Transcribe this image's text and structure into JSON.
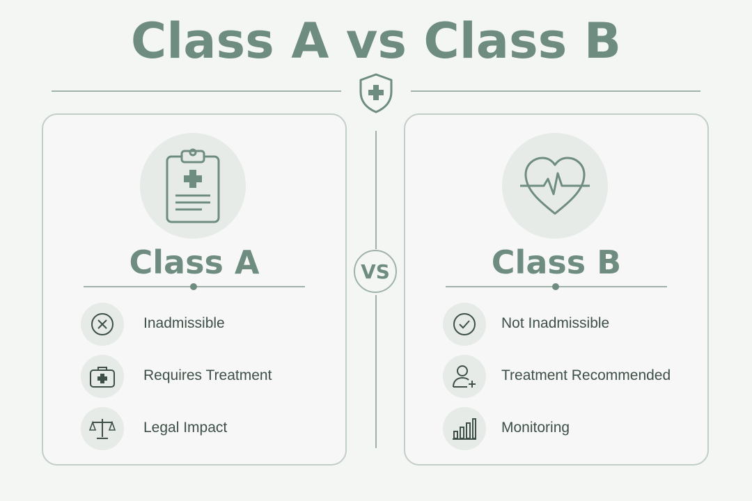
{
  "title": "Class A vs Class B",
  "vs_label": "VS",
  "colors": {
    "accent": "#6e8c80",
    "line": "#9fb2aa",
    "text": "#3d4f47",
    "circle_bg": "#e6ebe7"
  },
  "header_icon": "shield-plus-icon",
  "left": {
    "title": "Class A",
    "hero_icon": "clipboard-medical-icon",
    "items": [
      {
        "label": "Inadmissible",
        "icon": "x-circle-icon"
      },
      {
        "label": "Requires Treatment",
        "icon": "medical-kit-icon"
      },
      {
        "label": "Legal Impact",
        "icon": "scales-icon"
      }
    ]
  },
  "right": {
    "title": "Class B",
    "hero_icon": "heart-pulse-icon",
    "items": [
      {
        "label": "Not Inadmissible",
        "icon": "check-circle-icon"
      },
      {
        "label": "Treatment Recommended",
        "icon": "user-plus-icon"
      },
      {
        "label": "Monitoring",
        "icon": "bar-chart-icon"
      }
    ]
  }
}
